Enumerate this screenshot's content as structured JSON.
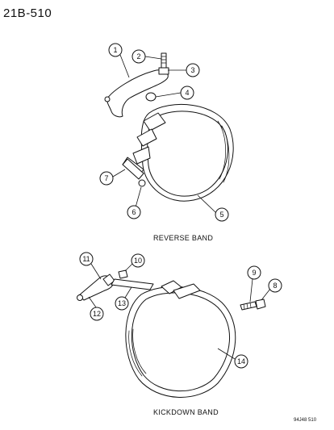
{
  "page_code": "21B-510",
  "captions": {
    "reverse_band": "REVERSE BAND",
    "kickdown_band": "KICKDOWN BAND"
  },
  "ref_code": "94J48 510",
  "callouts": [
    "1",
    "2",
    "3",
    "4",
    "5",
    "6",
    "7",
    "8",
    "9",
    "10",
    "11",
    "12",
    "13",
    "14"
  ]
}
